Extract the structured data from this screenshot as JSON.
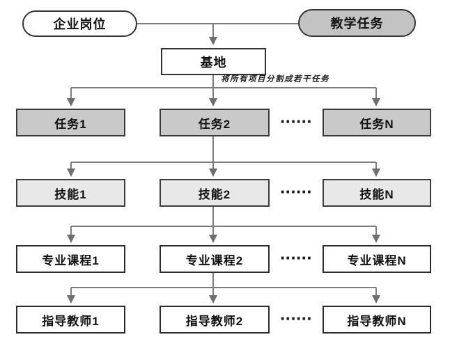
{
  "pills": {
    "left": "企业岗位",
    "right": "教学任务"
  },
  "base": "基地",
  "annotation": "将所有项目分割成若干任务",
  "ellipsis": "······",
  "rows": [
    {
      "cells": [
        "任务1",
        "任务2",
        "任务N"
      ]
    },
    {
      "cells": [
        "技能1",
        "技能2",
        "技能N"
      ]
    },
    {
      "cells": [
        "专业课程1",
        "专业课程2",
        "专业课程N"
      ]
    },
    {
      "cells": [
        "指导教师1",
        "指导教师2",
        "指导教师N"
      ]
    }
  ],
  "colors": {
    "task_fill": "#c9c9c9",
    "skill_fill": "#e8e8e8",
    "white_fill": "#ffffff",
    "pill_right_fill": "#c3c3c3",
    "line": "#7c7c7c",
    "arrow": "#6f6f6f",
    "border_dark": "#333333",
    "text": "#111111"
  }
}
